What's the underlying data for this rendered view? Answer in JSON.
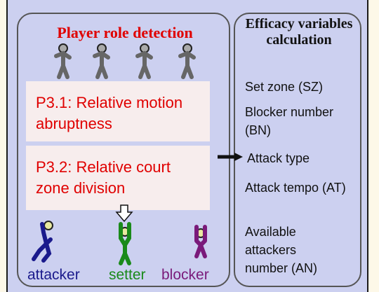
{
  "left_panel": {
    "title": "Player role detection",
    "phase1": "P3.1: Relative motion abruptness",
    "phase2": "P3.2: Relative court zone division"
  },
  "right_panel": {
    "title": "Efficacy variables calculation",
    "variables": [
      "Set zone (SZ)",
      "Blocker number (BN)",
      "Attack type",
      "Attack tempo (AT)",
      "Available attackers number (AN)"
    ]
  },
  "roles": {
    "attacker": "attacker",
    "setter": "setter",
    "blocker": "blocker"
  },
  "colors": {
    "panel_bg": "#ccd0f0",
    "title_red": "#e00000",
    "attacker": "#1a1a8c",
    "setter": "#1a8a1a",
    "blocker": "#7a1a7a",
    "player_gray": "#666666"
  }
}
